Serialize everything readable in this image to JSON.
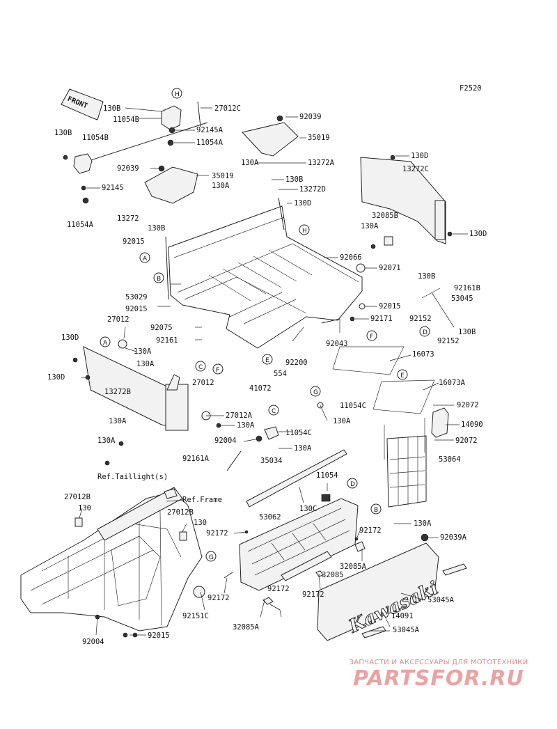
{
  "figure_code": "F2520",
  "front_arrow_text": "FRONT",
  "decal_text": "Kawasaki",
  "refs": [
    "Ref.Taillight(s)",
    "Ref.Frame"
  ],
  "circled": [
    "H",
    "H",
    "A",
    "B",
    "A",
    "C",
    "F",
    "E",
    "G",
    "C",
    "D",
    "B",
    "G",
    "D",
    "F",
    "E"
  ],
  "labels": [
    {
      "name": "130B",
      "text": "130B"
    },
    {
      "name": "11054B",
      "text": "11054B"
    },
    {
      "name": "270120",
      "text": "27012C"
    },
    {
      "name": "92145A",
      "text": "92145A"
    },
    {
      "name": "11054A",
      "text": "11054A"
    },
    {
      "name": "130B-b",
      "text": "130B"
    },
    {
      "name": "11054B-b",
      "text": "11054B"
    },
    {
      "name": "92039",
      "text": "92039"
    },
    {
      "name": "35019",
      "text": "35019"
    },
    {
      "name": "13272A",
      "text": "13272A"
    },
    {
      "name": "92039-b",
      "text": "92039"
    },
    {
      "name": "35019-b",
      "text": "35019"
    },
    {
      "name": "130A",
      "text": "130A"
    },
    {
      "name": "130A-b",
      "text": "130A"
    },
    {
      "name": "92145",
      "text": "92145"
    },
    {
      "name": "130B-c",
      "text": "130B"
    },
    {
      "name": "13272D",
      "text": "13272D"
    },
    {
      "name": "130D",
      "text": "130D"
    },
    {
      "name": "11054A-b",
      "text": "11054A"
    },
    {
      "name": "13272",
      "text": "13272"
    },
    {
      "name": "130D-b",
      "text": "130D"
    },
    {
      "name": "13272C",
      "text": "13272C"
    },
    {
      "name": "32085B",
      "text": "32085B"
    },
    {
      "name": "130A-c",
      "text": "130A"
    },
    {
      "name": "130D-c",
      "text": "130D"
    },
    {
      "name": "130B-d",
      "text": "130B"
    },
    {
      "name": "92015",
      "text": "92015"
    },
    {
      "name": "92066",
      "text": "92066"
    },
    {
      "name": "92071",
      "text": "92071"
    },
    {
      "name": "130B-e",
      "text": "130B"
    },
    {
      "name": "92161B",
      "text": "92161B"
    },
    {
      "name": "53045",
      "text": "53045"
    },
    {
      "name": "53029",
      "text": "53029"
    },
    {
      "name": "92015-b",
      "text": "92015"
    },
    {
      "name": "92015-c",
      "text": "92015"
    },
    {
      "name": "92152",
      "text": "92152"
    },
    {
      "name": "92171",
      "text": "92171"
    },
    {
      "name": "130B-f",
      "text": "130B"
    },
    {
      "name": "92152-b",
      "text": "92152"
    },
    {
      "name": "27012",
      "text": "27012"
    },
    {
      "name": "92075",
      "text": "92075"
    },
    {
      "name": "92161",
      "text": "92161"
    },
    {
      "name": "92043",
      "text": "92043"
    },
    {
      "name": "130D-d",
      "text": "130D"
    },
    {
      "name": "130A-d",
      "text": "130A"
    },
    {
      "name": "130A-e",
      "text": "130A"
    },
    {
      "name": "16073",
      "text": "16073"
    },
    {
      "name": "92200",
      "text": "92200"
    },
    {
      "name": "554",
      "text": "554"
    },
    {
      "name": "130D-e",
      "text": "130D"
    },
    {
      "name": "27012-b",
      "text": "27012"
    },
    {
      "name": "41072",
      "text": "41072"
    },
    {
      "name": "16073A",
      "text": "16073A"
    },
    {
      "name": "13272B",
      "text": "13272B"
    },
    {
      "name": "11054C",
      "text": "11054C"
    },
    {
      "name": "92072",
      "text": "92072"
    },
    {
      "name": "27012A",
      "text": "27012A"
    },
    {
      "name": "130A-f",
      "text": "130A"
    },
    {
      "name": "14090",
      "text": "14090"
    },
    {
      "name": "130A-g",
      "text": "130A"
    },
    {
      "name": "130A-h",
      "text": "130A"
    },
    {
      "name": "11054C-b",
      "text": "11054C"
    },
    {
      "name": "92072-b",
      "text": "92072"
    },
    {
      "name": "92004",
      "text": "92004"
    },
    {
      "name": "130A-i",
      "text": "130A"
    },
    {
      "name": "130A-j",
      "text": "130A"
    },
    {
      "name": "53064",
      "text": "53064"
    },
    {
      "name": "92161A",
      "text": "92161A"
    },
    {
      "name": "35034",
      "text": "35034"
    },
    {
      "name": "11054",
      "text": "11054"
    },
    {
      "name": "27012B",
      "text": "27012B"
    },
    {
      "name": "130",
      "text": "130"
    },
    {
      "name": "130C",
      "text": "130C"
    },
    {
      "name": "27012B-b",
      "text": "27012B"
    },
    {
      "name": "130-b",
      "text": "130"
    },
    {
      "name": "53062",
      "text": "53062"
    },
    {
      "name": "130A-k",
      "text": "130A"
    },
    {
      "name": "92172",
      "text": "92172"
    },
    {
      "name": "92172-b",
      "text": "92172"
    },
    {
      "name": "92039A",
      "text": "92039A"
    },
    {
      "name": "32085A",
      "text": "32085A"
    },
    {
      "name": "32085",
      "text": "32085"
    },
    {
      "name": "92172-c",
      "text": "92172"
    },
    {
      "name": "92172-d",
      "text": "92172"
    },
    {
      "name": "92172-e",
      "text": "92172"
    },
    {
      "name": "92151C",
      "text": "92151C"
    },
    {
      "name": "53045A",
      "text": "53045A"
    },
    {
      "name": "14091",
      "text": "14091"
    },
    {
      "name": "32085A-b",
      "text": "32085A"
    },
    {
      "name": "53045A-b",
      "text": "53045A"
    },
    {
      "name": "92004-b",
      "text": "92004"
    },
    {
      "name": "92015-d",
      "text": "92015"
    }
  ],
  "watermark": {
    "line1": "ЗАПЧАСТИ И АКСЕССУАРЫ ДЛЯ МОТОТЕХНИКИ",
    "line2": "PARTSFOR.RU"
  }
}
